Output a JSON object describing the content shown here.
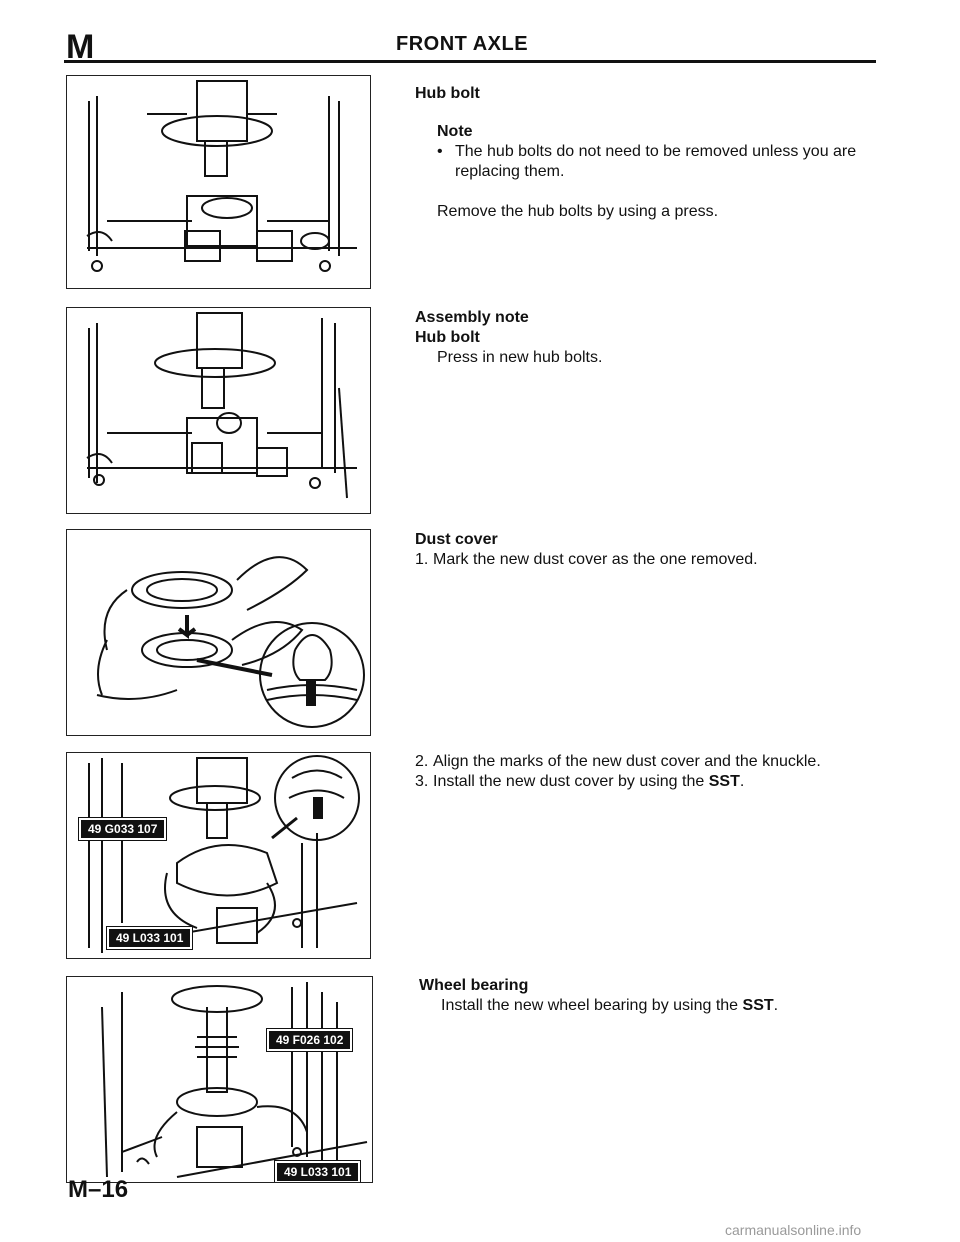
{
  "header": {
    "letter": "M",
    "title": "FRONT AXLE"
  },
  "footer": {
    "page": "M–16",
    "watermark": "carmanualsonline.info"
  },
  "sections": {
    "hub_bolt": {
      "heading": "Hub bolt",
      "note_label": "Note",
      "note_bullet": "The hub bolts do not need to be removed unless you are replacing them.",
      "body": "Remove the hub bolts by using a press."
    },
    "assembly": {
      "heading": "Assembly note",
      "subheading": "Hub bolt",
      "body": "Press in new hub bolts."
    },
    "dust_cover": {
      "heading": "Dust cover",
      "steps": [
        {
          "num": "1.",
          "text": "Mark the new dust cover as the one removed."
        },
        {
          "num": "2.",
          "text": "Align the marks of the new dust cover and the knuckle."
        },
        {
          "num": "3.",
          "text": "Install the new dust cover by using the ",
          "bold": "SST",
          "end": "."
        }
      ]
    },
    "wheel_bearing": {
      "heading": "Wheel bearing",
      "body": "Install the new wheel bearing by using the ",
      "bold": "SST",
      "end": "."
    }
  },
  "callouts": {
    "fig4_top": "49 G033 107",
    "fig4_bottom": "49 L033 101",
    "fig5_top": "49 F026 102",
    "fig5_bottom": "49 L033 101"
  }
}
